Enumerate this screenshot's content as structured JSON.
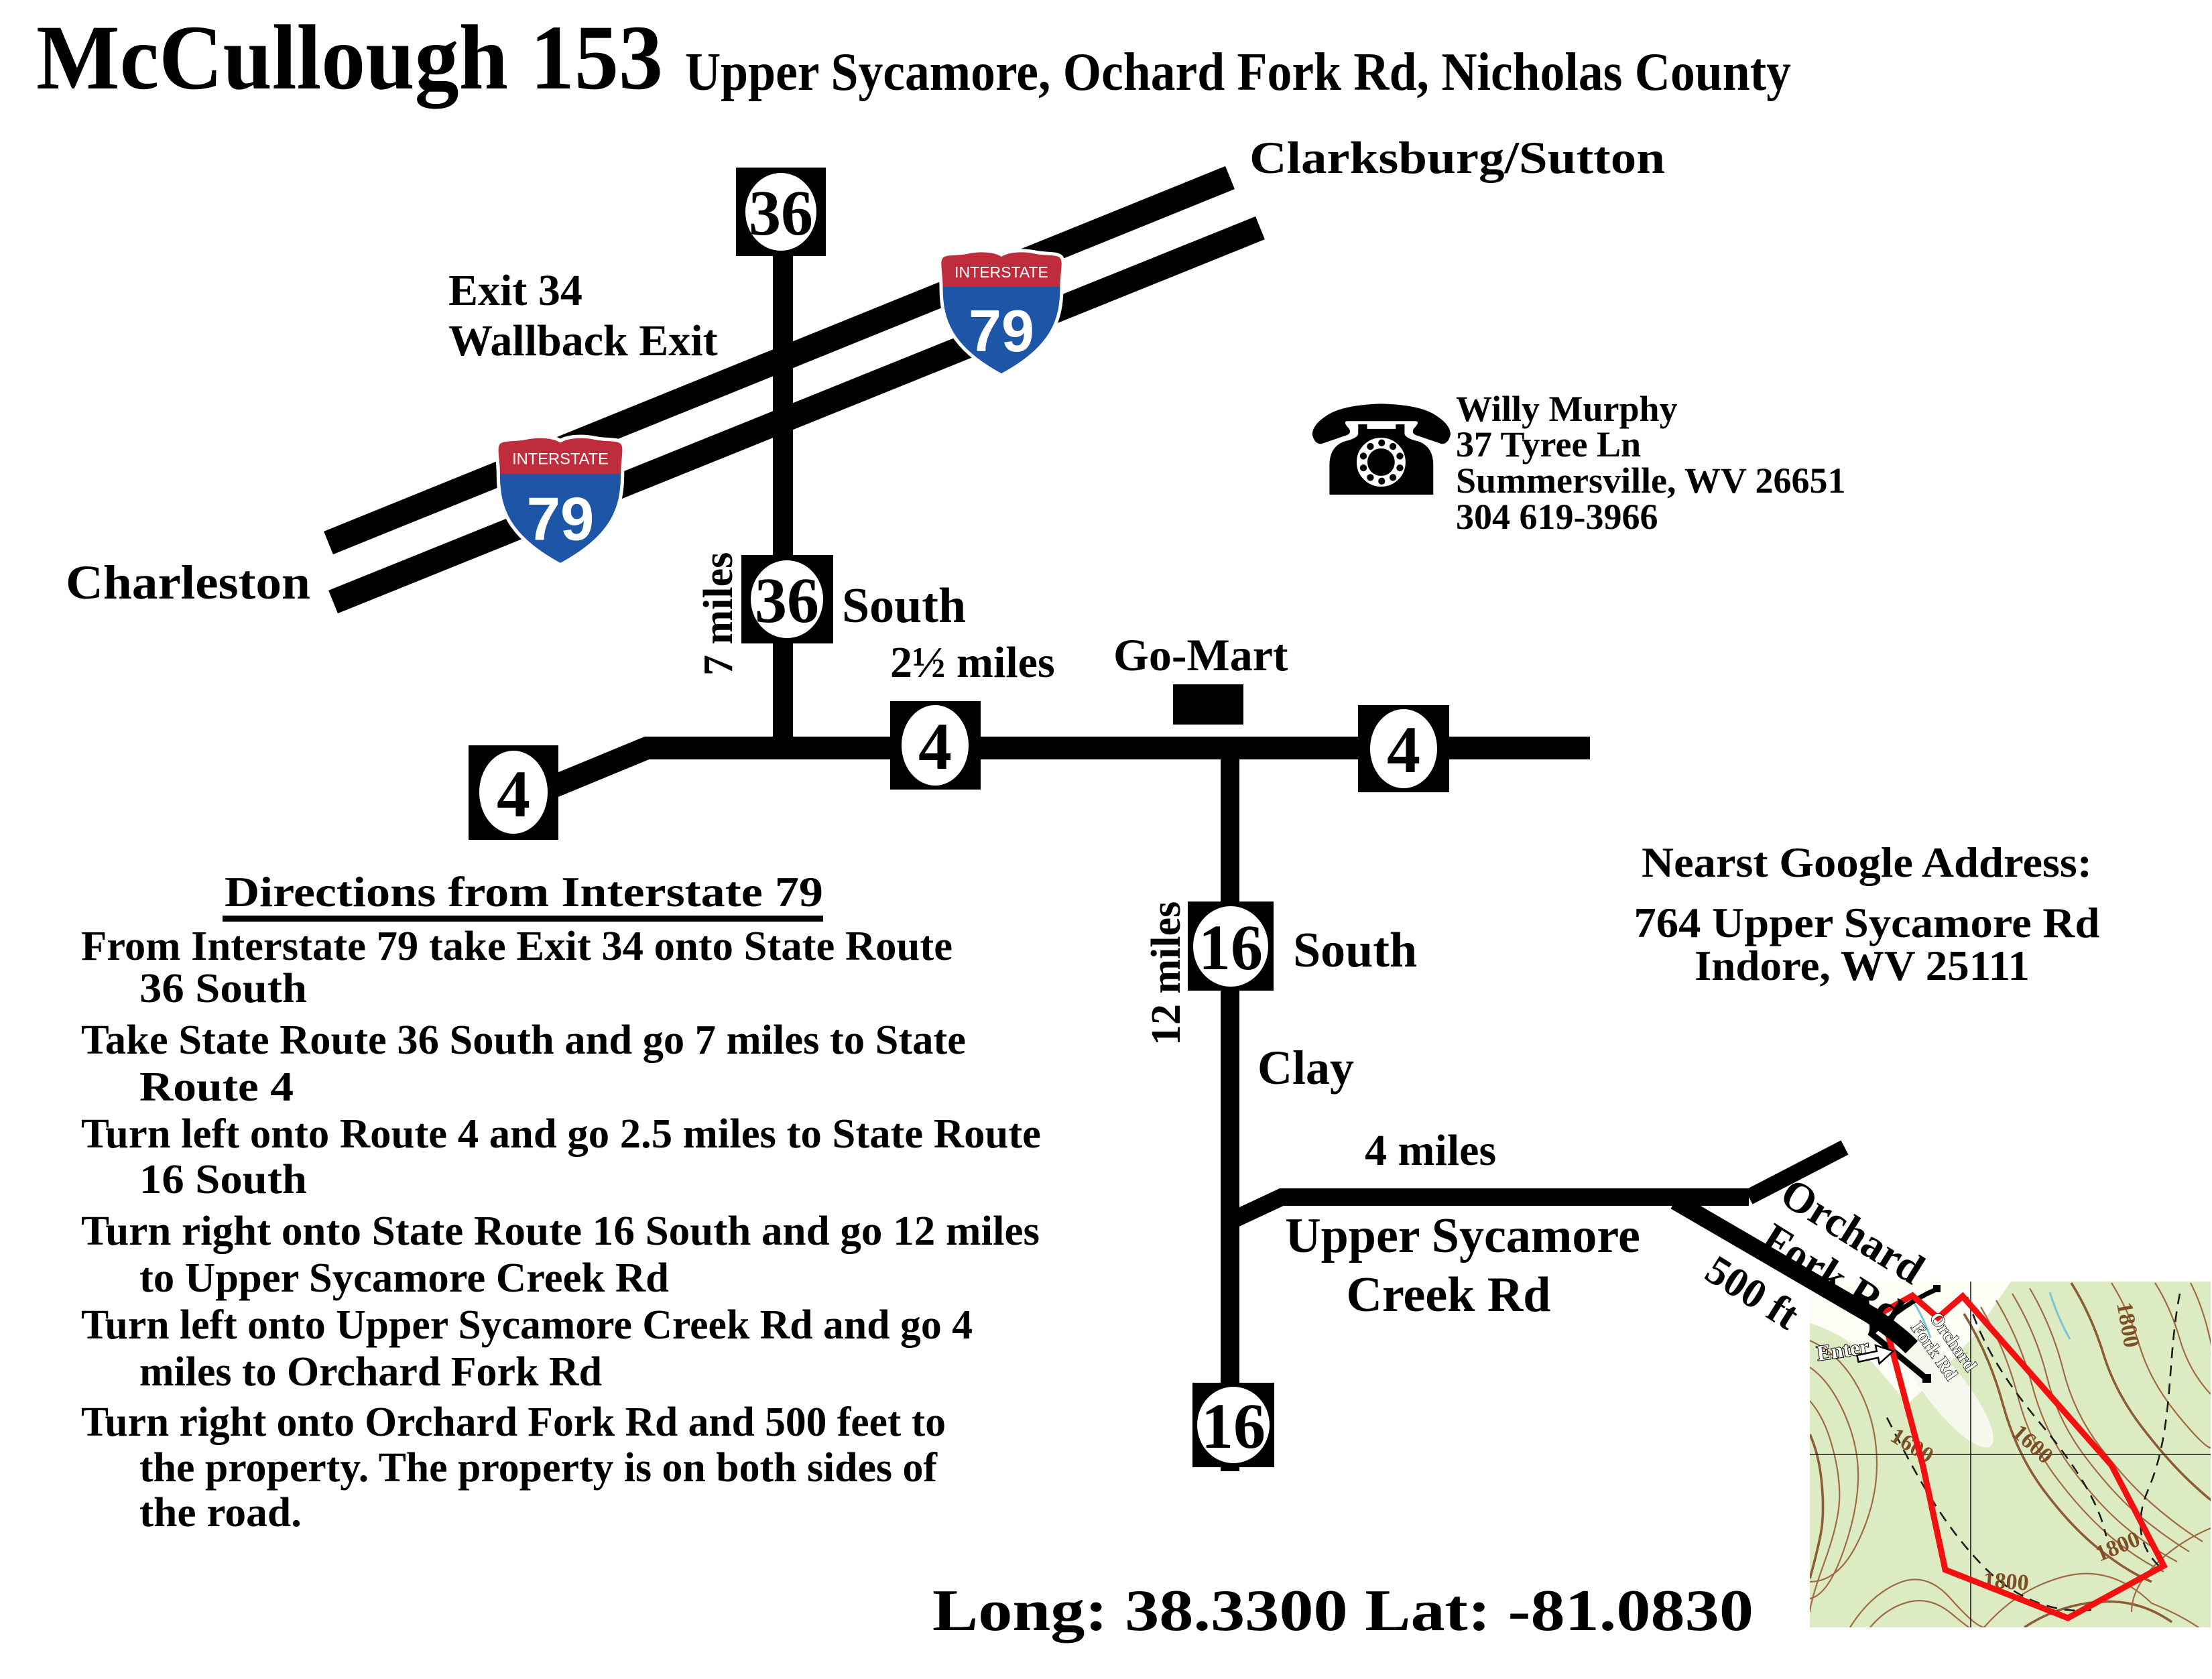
{
  "title": {
    "main": "McCullough 153",
    "subtitle": "Upper Sycamore, Ochard Fork Rd, Nicholas County"
  },
  "contact": {
    "name": "Willy Murphy",
    "address1": "37 Tyree Ln",
    "address2": "Summersville, WV  26651",
    "phone": "304 619-3966"
  },
  "labels": {
    "clarksburg": "Clarksburg/Sutton",
    "charleston": "Charleston",
    "exit_line1": "Exit 34",
    "exit_line2": "Wallback Exit",
    "seven_miles": "7 miles",
    "south": "South",
    "two_half_miles": "2½ miles",
    "gomart": "Go-Mart",
    "twelve_miles": "12 miles",
    "clay": "Clay",
    "four_miles": "4 miles",
    "upper_sycamore_line1": "Upper Sycamore",
    "upper_sycamore_line2": "Creek Rd",
    "orchard_line1": "Orchard",
    "orchard_line2": "Fork Rd",
    "five_hundred_ft": "500 ft"
  },
  "shields": {
    "route36": "36",
    "route4": "4",
    "route16": "16",
    "interstate_word": "INTERSTATE",
    "i79": "79"
  },
  "directions": {
    "heading": "Directions from Interstate 79",
    "lines": [
      "From Interstate 79 take Exit 34 onto State Route",
      "36 South",
      "Take State Route 36 South and go 7 miles to State",
      "Route 4",
      "Turn left onto Route 4 and go 2.5 miles to State Route",
      "16 South",
      "Turn right onto State Route 16 South and go 12 miles",
      "to Upper Sycamore Creek Rd",
      "Turn left onto Upper Sycamore Creek Rd and go 4",
      "miles to Orchard Fork Rd",
      "Turn right onto Orchard Fork Rd and 500 feet to",
      "the property. The property is on both sides of",
      "the road."
    ]
  },
  "google_address": {
    "line1": "Nearst Google Address:",
    "line2": "764 Upper Sycamore Rd",
    "line3": "Indore, WV 25111"
  },
  "coordinates": "Long: 38.3300   Lat: -81.0830",
  "map": {
    "enter": "Enter",
    "road_label_line1": "Orchard",
    "road_label_line2": "Fork Rd",
    "contour_1600": "1600",
    "contour_1800": "1800"
  },
  "colors": {
    "interstate_blue": "#1e56a7",
    "interstate_red": "#bf2c3b",
    "boundary_red": "#f21111",
    "map_green": "#dcebc1",
    "contour_brown": "#a06a42"
  }
}
